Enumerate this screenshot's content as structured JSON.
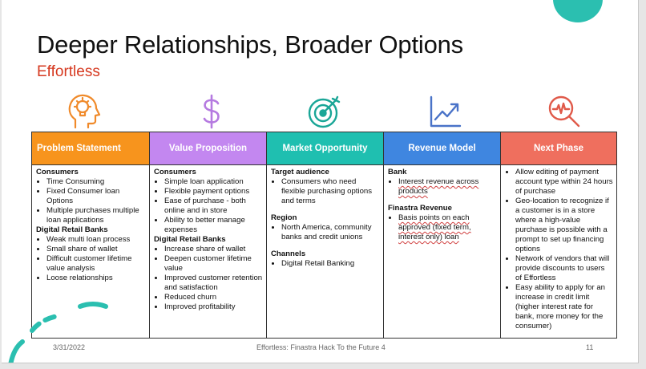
{
  "slide": {
    "title": "Deeper Relationships, Broader Options",
    "subtitle": "Effortless"
  },
  "icons": [
    "head-lightbulb-icon",
    "dollar-icon",
    "target-icon",
    "growth-chart-icon",
    "magnifier-pulse-icon"
  ],
  "colors": {
    "problem": "#f7941d",
    "value": "#c387f0",
    "market": "#1fbfb0",
    "revenue": "#3f86e0",
    "next": "#ef6f5e",
    "subtitle": "#d6381f"
  },
  "columns": [
    {
      "header": "Problem Statement",
      "sections": [
        {
          "title": "Consumers",
          "items": [
            "Time Consuming",
            "Fixed Consumer loan Options",
            "Multiple purchases multiple loan applications"
          ]
        },
        {
          "title": "Digital Retail Banks",
          "items": [
            "Weak multi loan process",
            "Small share of wallet",
            "Difficult customer lifetime value analysis",
            "Loose relationships"
          ]
        }
      ]
    },
    {
      "header": "Value Proposition",
      "sections": [
        {
          "title": "Consumers",
          "items": [
            "Simple loan application",
            "Flexible payment options",
            "Ease of purchase - both online and in store",
            "Ability to better manage expenses"
          ]
        },
        {
          "title": "Digital Retail Banks",
          "items": [
            "Increase share of wallet",
            "Deepen customer lifetime value",
            "Improved customer retention and satisfaction",
            "Reduced churn",
            "Improved profitability"
          ]
        }
      ]
    },
    {
      "header": "Market Opportunity",
      "sections": [
        {
          "title": "Target audience",
          "items": [
            "Consumers who need flexible purchasing options and terms"
          ]
        },
        {
          "title": "Region",
          "items": [
            "North America, community banks and credit unions"
          ]
        },
        {
          "title": "Channels",
          "items": [
            "Digital Retail Banking"
          ]
        }
      ]
    },
    {
      "header": "Revenue Model",
      "sections": [
        {
          "title": "Bank",
          "items": [
            "Interest revenue across products"
          ]
        },
        {
          "title": "Finastra Revenue",
          "items": [
            "Basis points on each approved (fixed term, interest only) loan"
          ]
        }
      ]
    },
    {
      "header": "Next Phase",
      "sections": [
        {
          "title": "",
          "items": [
            "Allow editing of payment account type within 24 hours of purchase",
            "Geo-location to recognize if a customer is in a store where a high-value purchase is possible with a prompt to set up financing options",
            "Network of vendors that will provide discounts to users of Effortless",
            "Easy ability to apply for an increase in credit limit (higher interest rate for bank, more money for the consumer)"
          ]
        }
      ]
    }
  ],
  "footer": {
    "date": "3/31/2022",
    "center": "Effortless: Finastra Hack To the Future 4",
    "page": "11"
  }
}
